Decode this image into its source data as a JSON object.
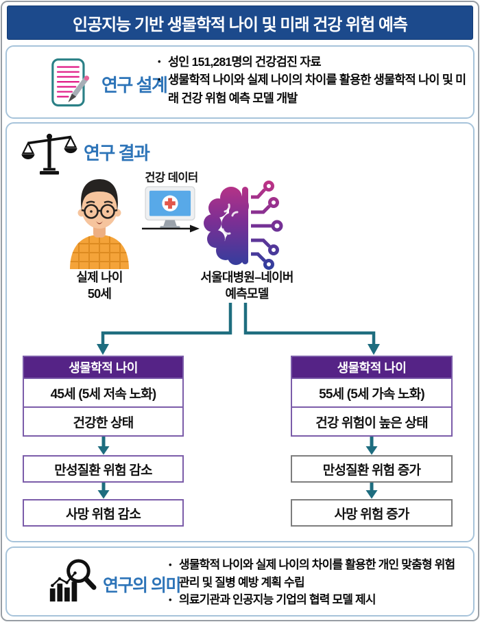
{
  "banner": {
    "title": "인공지능 기반 생물학적 나이 및 미래 건강 위험 예측"
  },
  "design": {
    "title": "연구 설계",
    "bullets": [
      "성인 151,281명의 건강검진 자료",
      "생물학적 나이와 실제 나이의 차이를 활용한 생물학적 나이 및 미래 건강 위험 예측 모델 개발"
    ]
  },
  "results": {
    "title": "연구 결과",
    "health_data_label": "건강 데이터",
    "person_label_line1": "실제 나이",
    "person_label_line2": "50세",
    "model_label_line1": "서울대병원–네이버",
    "model_label_line2": "예측모델",
    "left": {
      "header": "생물학적 나이",
      "rows": [
        "45세 (5세 저속 노화)",
        "건강한 상태"
      ],
      "steps": [
        "만성질환 위험 감소",
        "사망 위험 감소"
      ]
    },
    "right": {
      "header": "생물학적 나이",
      "rows": [
        "55세 (5세 가속 노화)",
        "건강 위험이 높은 상태"
      ],
      "steps": [
        "만성질환 위험 증가",
        "사망 위험 증가"
      ]
    }
  },
  "significance": {
    "title": "연구의 의미",
    "bullets": [
      "생물학적 나이와 실제 나이의 차이를 활용한 개인 맞춤형 위험 관리 및 질병 예방 계획 수립",
      "의료기관과 인공지능 기업의 협력 모델 제시"
    ]
  },
  "icons": {
    "design": "notepad-pencil-icon",
    "results": "balance-scale-icon",
    "person": "middle-aged-man-avatar",
    "input": "medical-computer-icon",
    "model": "ai-brain-circuit-icon",
    "significance": "magnifier-bar-chart-icon"
  },
  "colors": {
    "banner_bg": "#1c4a8c",
    "section_border": "#a6c3da",
    "title_blue": "#2d74b8",
    "purple_header": "#552386",
    "purple_border": "#7b5ca9",
    "gray_border": "#7d7d7d",
    "arrow_teal": "#1e6d7f",
    "brain_gradient_top": "#c03384",
    "brain_gradient_bottom": "#2b3f9e",
    "shirt_orange": "#f4a339",
    "screen_blue": "#58a9e8",
    "cross_red": "#e2574c",
    "note_line_pink": "#e0218a",
    "note_border_teal": "#2a8086"
  }
}
